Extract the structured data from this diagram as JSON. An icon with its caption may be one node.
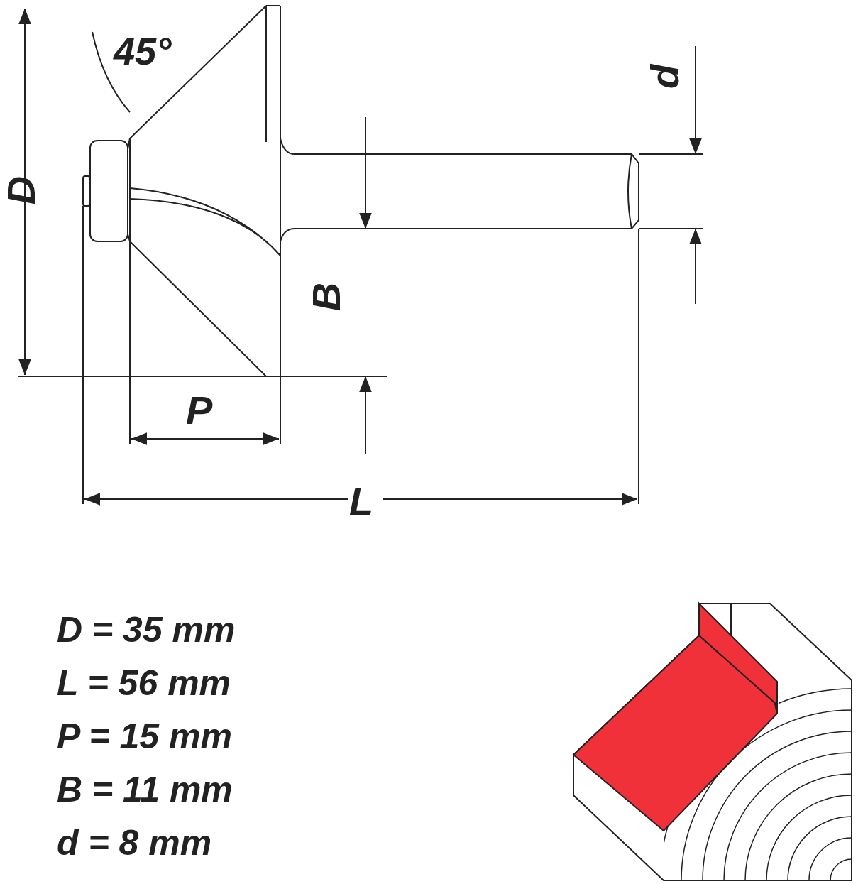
{
  "diagram": {
    "labels": [
      "45°",
      "D",
      "d",
      "B",
      "P",
      "L",
      "D = 35 mm",
      "L = 56 mm",
      "P = 15 mm",
      "B = 11 mm",
      "d = 8 mm"
    ]
  }
}
